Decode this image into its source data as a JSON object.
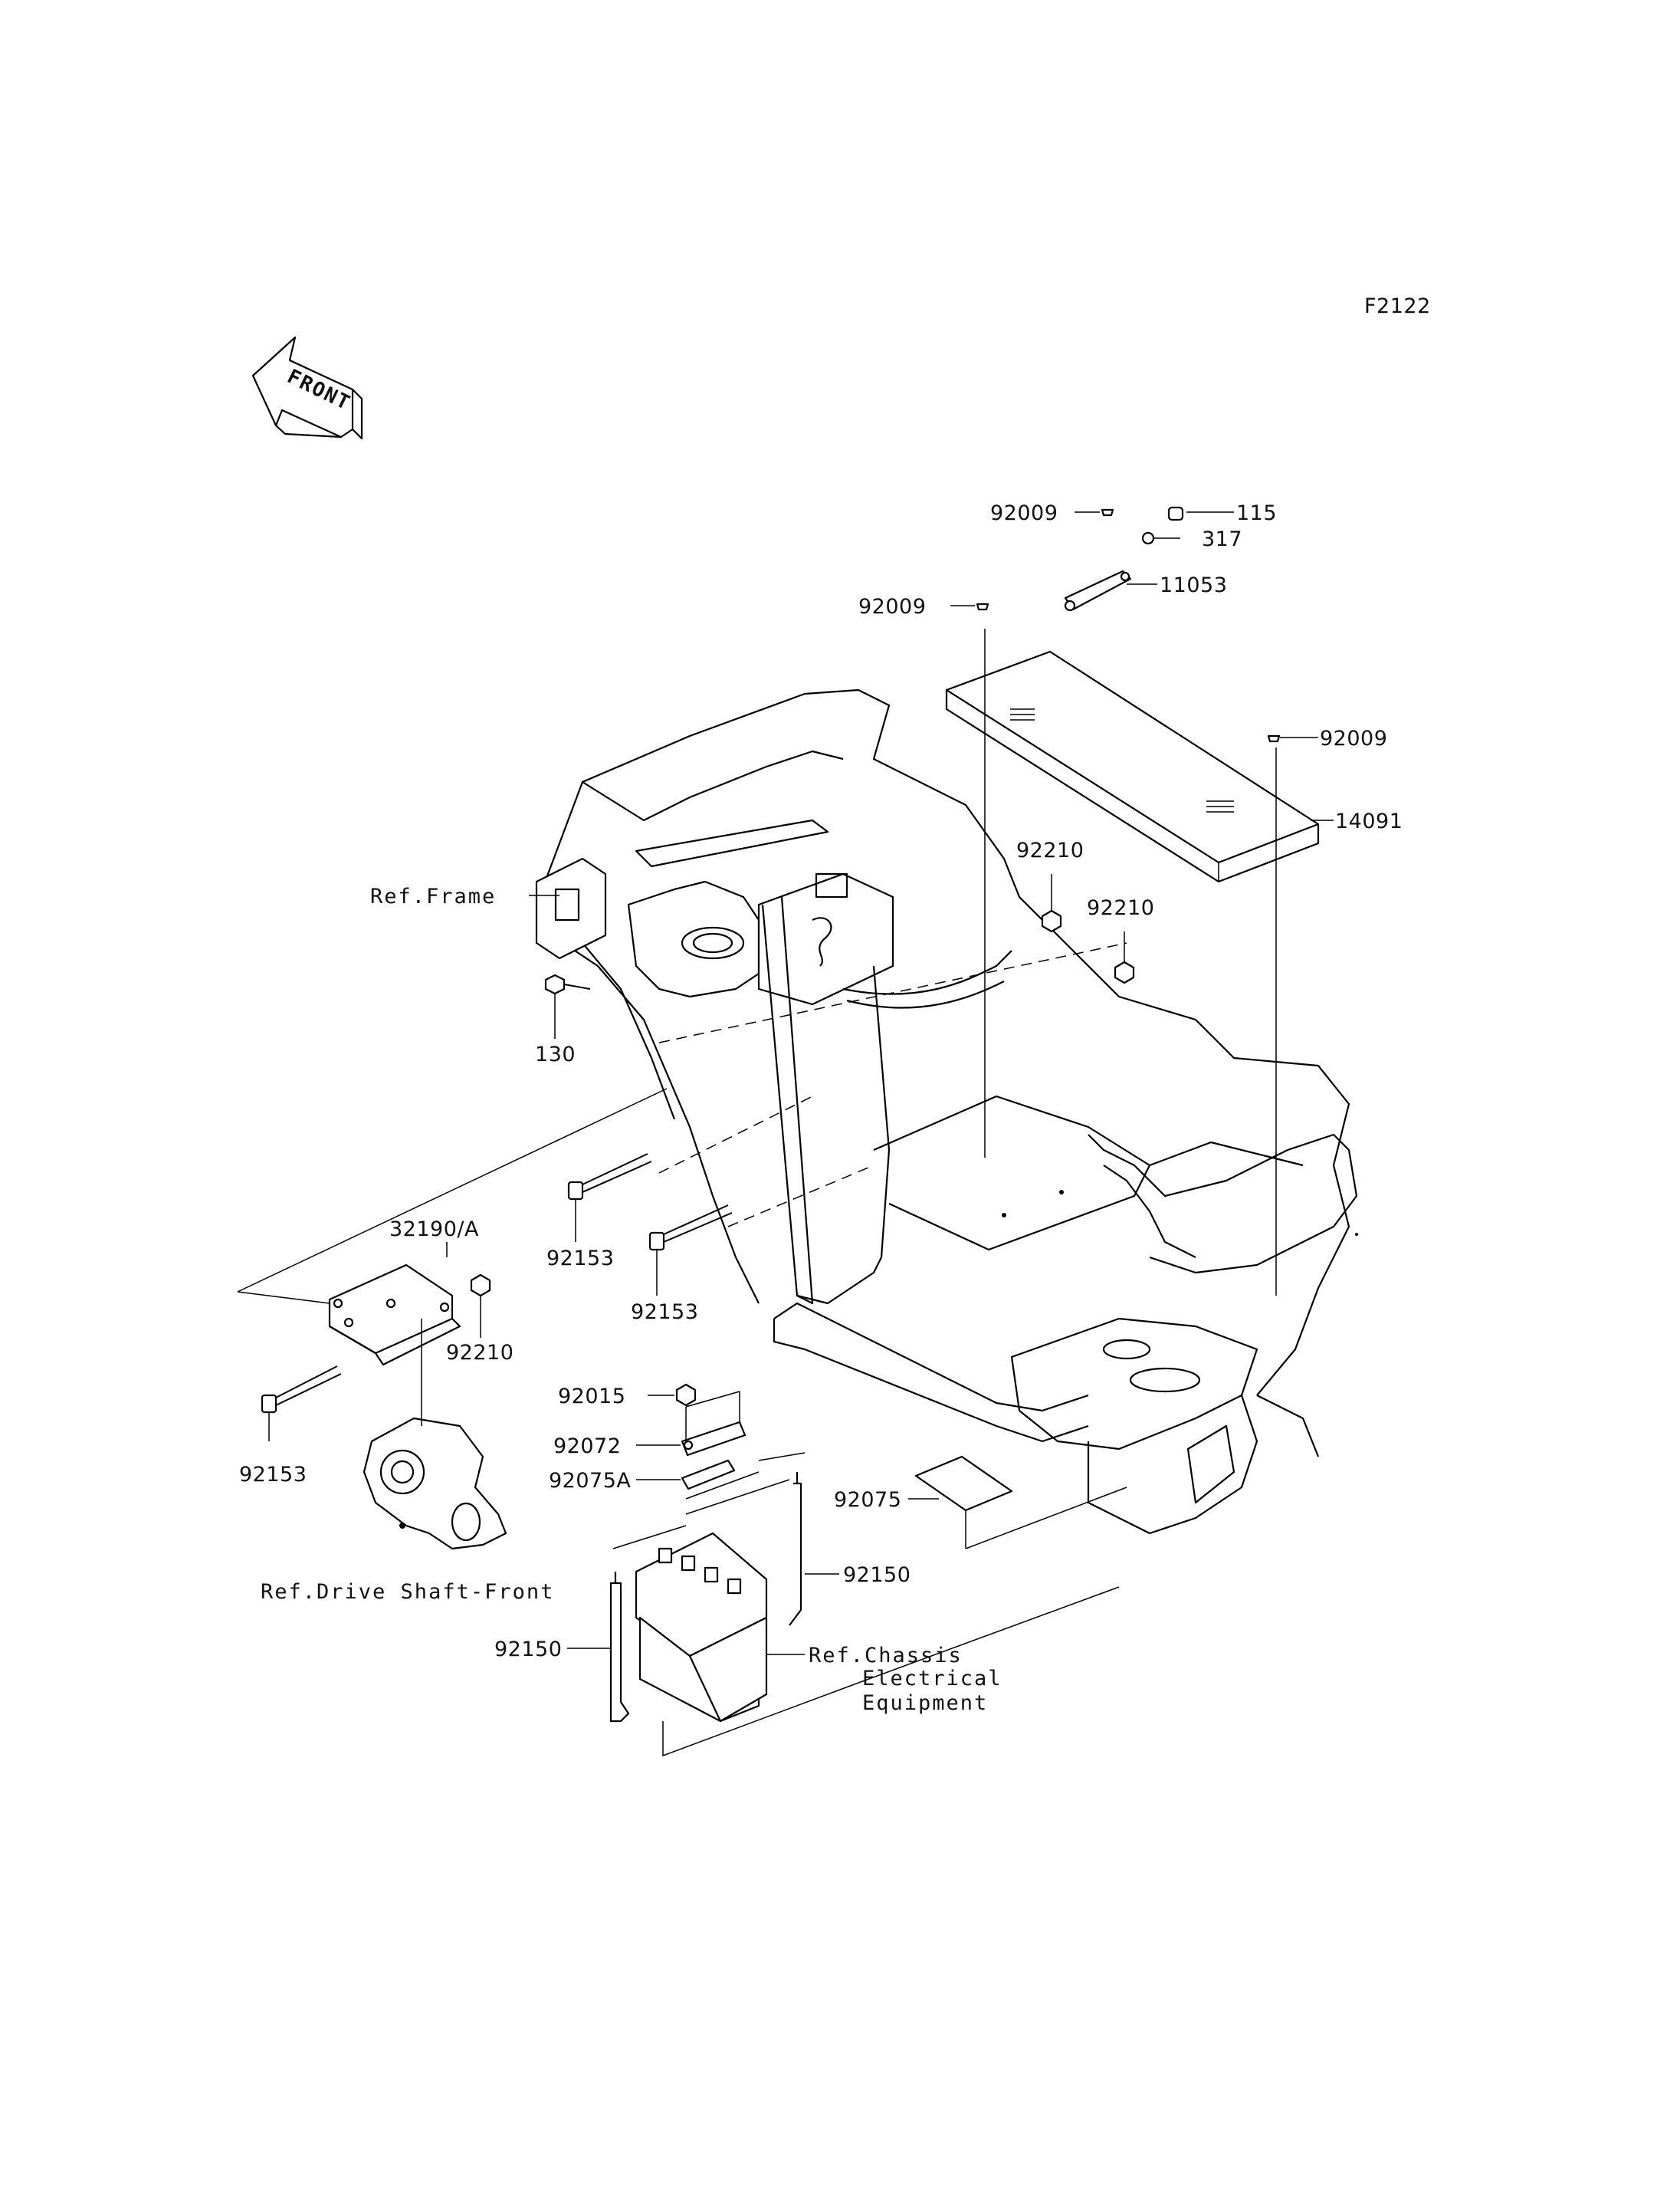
{
  "figure_code": "F2122",
  "front_arrow_label": "FRONT",
  "part_numbers": {
    "p92009_a": "92009",
    "p115": "115",
    "p317": "317",
    "p92009_b": "92009",
    "p11053": "11053",
    "p92009_c": "92009",
    "p14091": "14091",
    "p92210_a": "92210",
    "p92210_b": "92210",
    "p130": "130",
    "p92153_a": "92153",
    "p92153_b": "92153",
    "p32190": "32190/A",
    "p92210_c": "92210",
    "p92153_c": "92153",
    "p92015": "92015",
    "p92072": "92072",
    "p92075A": "92075A",
    "p92075": "92075",
    "p92150_a": "92150",
    "p92150_b": "92150"
  },
  "references": {
    "frame": "Ref.Frame",
    "drive_shaft": "Ref.Drive Shaft-Front",
    "chassis_1": "Ref.Chassis",
    "chassis_2": "Electrical",
    "chassis_3": "Equipment"
  }
}
